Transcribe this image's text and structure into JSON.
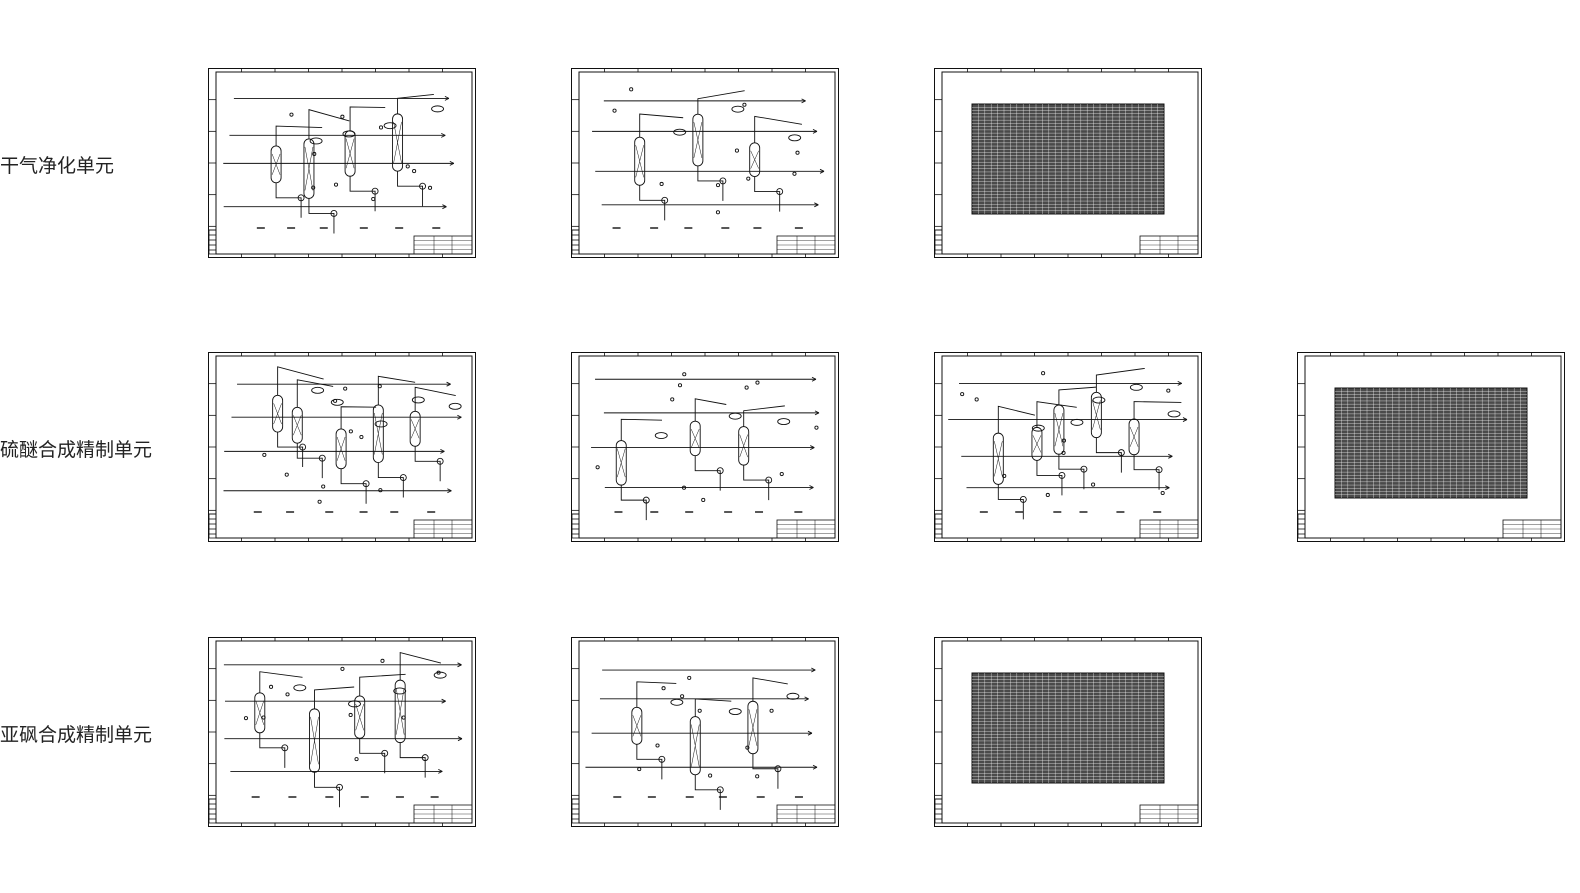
{
  "units": [
    {
      "label": "干气净化单元",
      "sheets": [
        "pfd",
        "pfd",
        "table"
      ]
    },
    {
      "label": "硫醚合成精制单元",
      "sheets": [
        "pfd",
        "pfd",
        "pfd",
        "table"
      ]
    },
    {
      "label": "亚砜合成精制单元",
      "sheets": [
        "pfd",
        "pfd",
        "table"
      ]
    }
  ],
  "colors": {
    "ink": "#111111",
    "background": "#ffffff",
    "label": "#222222"
  }
}
